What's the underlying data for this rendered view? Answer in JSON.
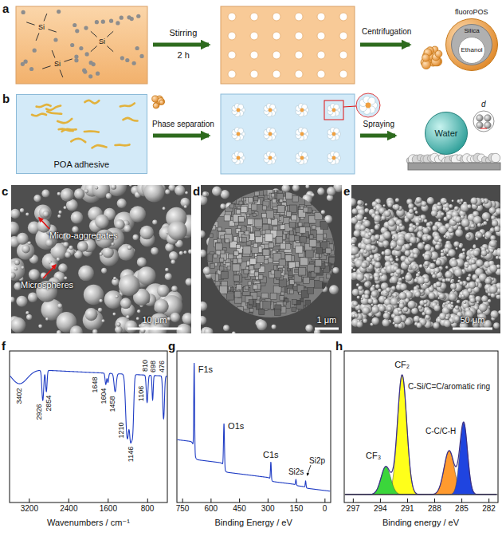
{
  "diagram": {
    "nodes": [
      {
        "text": [
          "fluoroPOS"
        ]
      },
      {
        "text": [
          "Silica"
        ],
        "in": 0
      },
      {
        "text": [
          "Ethanol"
        ],
        "in": 1
      },
      {
        "text": [
          "POA adhesive"
        ]
      },
      {
        "text": [
          "Water"
        ]
      }
    ],
    "labels": [
      "a",
      "Stirring",
      "2 h",
      "Centrifugation",
      "Si",
      "Si",
      "Si",
      "b",
      "Phase separation",
      "Spraying",
      "d",
      "c",
      "Micro-aggregates",
      "Microspheres",
      "10 μm",
      "d",
      "1 μm",
      "e",
      "50 μm",
      "f",
      "3402",
      "2926",
      "2854",
      "1648",
      "1604",
      "1458",
      "1210",
      "1146",
      "1106",
      "810",
      "698",
      "476",
      "3200",
      "2400",
      "1600",
      "800",
      "Wavenumbers / cm⁻¹",
      "g",
      "F1s",
      "O1s",
      "C1s",
      "Si2s",
      "Si2p",
      "750",
      "600",
      "450",
      "300",
      "150",
      "0",
      "Binding Energy / eV",
      "h",
      "CF₃",
      "CF₂",
      "C-Si/C=C/aromatic ring",
      "C-C/C-H",
      "297",
      "294",
      "291",
      "288",
      "285",
      "282",
      "Binding energy / eV"
    ]
  }
}
